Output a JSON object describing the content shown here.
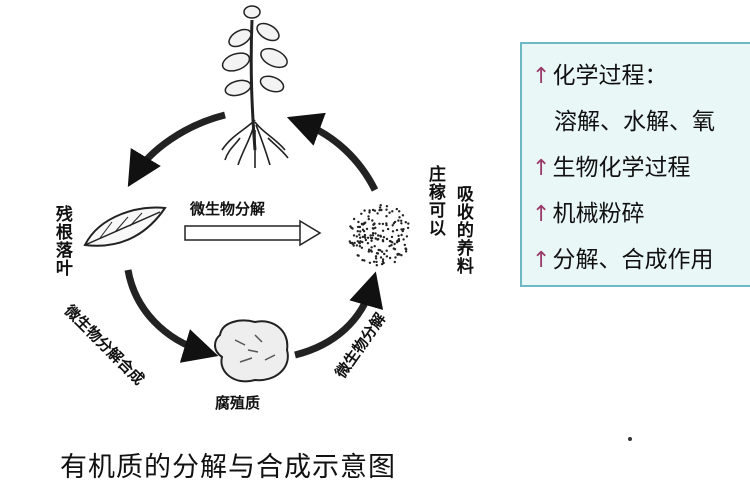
{
  "diagram": {
    "caption": "有机质的分解与合成示意图",
    "nodes": {
      "residue": "残根落叶",
      "humus": "腐殖质",
      "nutrient_left": "庄稼可以",
      "nutrient_right": "吸收的养料"
    },
    "edges": {
      "top_arrow": "微生物分解",
      "left_lower_arrow": "微生物分解合成",
      "right_lower_arrow": "微生物分解"
    }
  },
  "legend": {
    "items": [
      {
        "marker": "↑",
        "text": "化学过程："
      },
      {
        "marker": "",
        "text": "溶解、水解、氧"
      },
      {
        "marker": "↑",
        "text": "生物化学过程"
      },
      {
        "marker": "↑",
        "text": "机械粉碎"
      },
      {
        "marker": "↑",
        "text": "分解、合成作用"
      }
    ]
  }
}
